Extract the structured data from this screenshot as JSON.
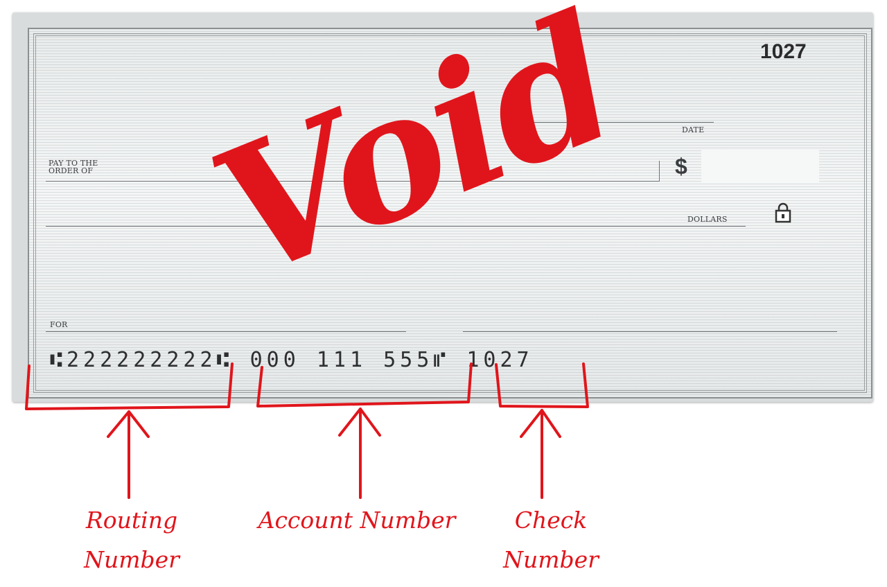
{
  "check": {
    "number": "1027",
    "date_label": "DATE",
    "pay_to_label_line1": "PAY TO THE",
    "pay_to_label_line2": "ORDER OF",
    "dollar_sign": "$",
    "dollars_label": "DOLLARS",
    "for_label": "FOR",
    "micr": {
      "routing": "⑆222222222⑆",
      "account": "000 111 555⑈",
      "check": "1027"
    }
  },
  "stamp": "Void",
  "annotations": {
    "routing_line1": "Routing",
    "routing_line2": "Number",
    "account": "Account Number",
    "check_line1": "Check",
    "check_line2": "Number"
  },
  "colors": {
    "annotation": "#e0151b",
    "ink": "#2d2e30"
  }
}
